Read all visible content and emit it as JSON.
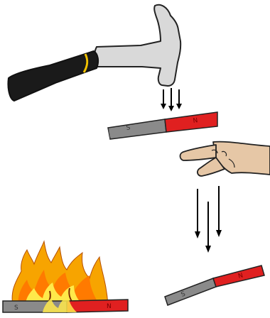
{
  "magnets": [
    {
      "id": "magnet-top",
      "south_label": "S",
      "north_label": "N"
    },
    {
      "id": "magnet-bottom-right",
      "south_label": "S",
      "north_label": "N"
    },
    {
      "id": "magnet-in-fire",
      "south_label": "S",
      "north_label": "N"
    }
  ],
  "colors": {
    "south_pole": "#8a8a8a",
    "north_pole": "#e02020",
    "handle": "#1a1a1a",
    "hammer_head": "#d9d9d9",
    "flame_outer": "#f7a400",
    "flame_inner": "#ffe94a",
    "skin": "#e6c7a6",
    "arrow": "#000000"
  },
  "icons": [
    "hammer-icon",
    "hand-icon",
    "fire-icon",
    "down-arrow-icon"
  ]
}
